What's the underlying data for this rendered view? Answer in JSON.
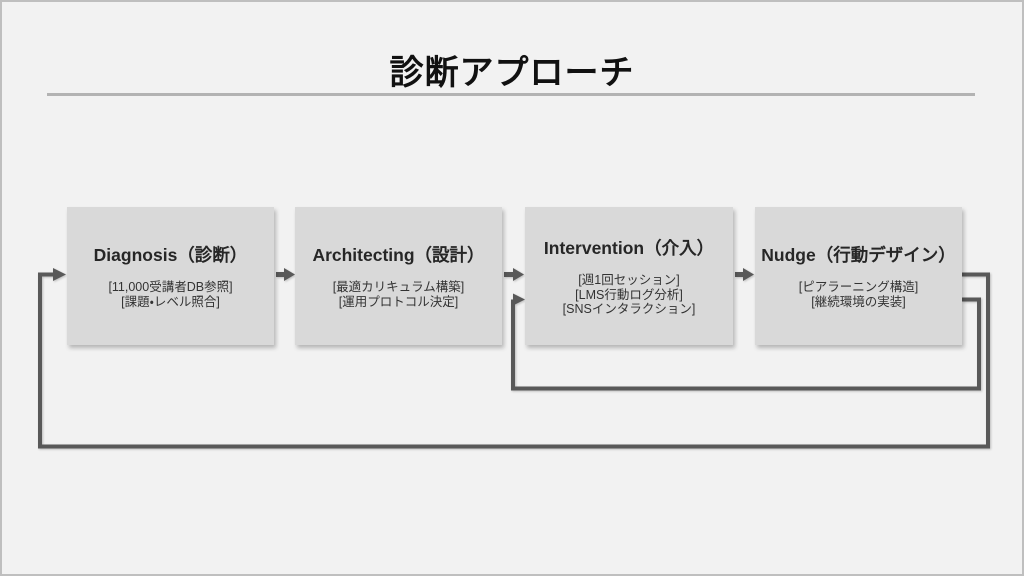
{
  "slide": {
    "title": "診断アプローチ"
  },
  "stages": [
    {
      "heading": "Diagnosis（診断）",
      "details": [
        "[11,000受講者DB参照]",
        "[課題・レベル照合]"
      ]
    },
    {
      "heading": "Architecting（設計）",
      "details": [
        "[最適カリキュラム構築]",
        "[運用プロトコル決定]"
      ]
    },
    {
      "heading": "Intervention（介入）",
      "details": [
        "[週1回セッション]",
        "[LMS行動ログ分析]",
        "[SNSインタラクション]"
      ]
    },
    {
      "heading": "Nudge（行動デザイン）",
      "details": [
        "[ピアラーニング構造]",
        "[継続環境の実装]"
      ]
    }
  ],
  "flow": {
    "forward_arrows": [
      {
        "from": "Diagnosis（診断）",
        "to": "Architecting（設計）"
      },
      {
        "from": "Architecting（設計）",
        "to": "Intervention（介入）"
      },
      {
        "from": "Intervention（介入）",
        "to": "Nudge（行動デザイン）"
      }
    ],
    "feedback_loops": [
      {
        "from": "Nudge（行動デザイン）",
        "to": "Diagnosis（診断）"
      },
      {
        "from": "Nudge（行動デザイン）",
        "to": "Intervention（介入）"
      }
    ]
  },
  "colors": {
    "background": "#f2f2f2",
    "frame_border": "#bfbfbf",
    "box_fill": "#d9d9d9",
    "connector": "#595959",
    "title_text": "#111111",
    "divider": "#b3b3b3",
    "heading_text": "#262626",
    "detail_text": "#333333"
  }
}
